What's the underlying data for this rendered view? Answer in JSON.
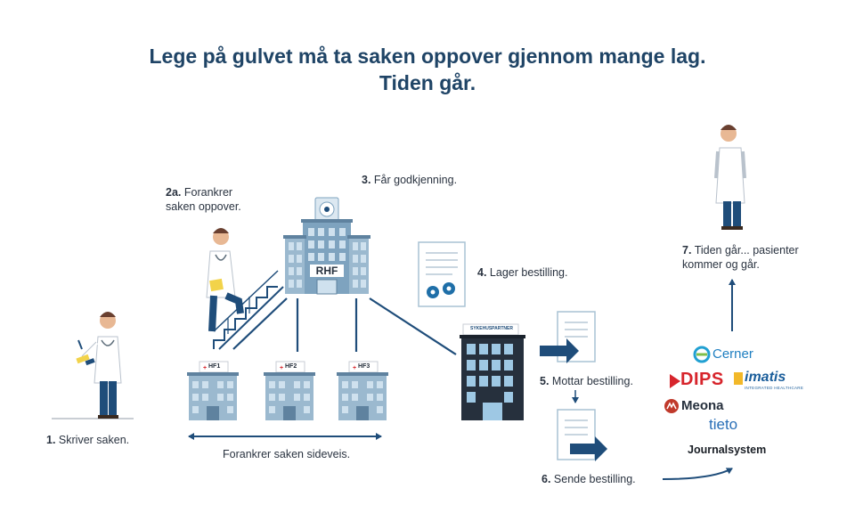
{
  "title": {
    "line1": "Lege på gulvet må ta saken oppover gjennom mange lag.",
    "line2": "Tiden går."
  },
  "steps": {
    "s1": {
      "num": "1.",
      "text": "Skriver saken."
    },
    "s2a": {
      "num": "2a.",
      "line1": "Forankrer",
      "line2": "saken oppover."
    },
    "s3": {
      "num": "3.",
      "text": "Får godkjenning."
    },
    "s4": {
      "num": "4.",
      "text": "Lager bestilling."
    },
    "s5": {
      "num": "5.",
      "text": "Mottar bestilling."
    },
    "s6": {
      "num": "6.",
      "text": "Sende bestilling."
    },
    "s7": {
      "num": "7.",
      "line1": "Tiden går... pasienter",
      "line2": "kommer og går."
    }
  },
  "sideways": "Forankrer saken sideveis.",
  "buildings": {
    "rhf": "RHF",
    "hf1": "HF1",
    "hf2": "HF2",
    "hf3": "HF3",
    "partner_sign": "SYKEHUSPARTNER"
  },
  "vendors": {
    "cerner": "Cerner",
    "dips": "DIPS",
    "imatis": "imatis",
    "imatis_sub": "INTEGRATED HEALTHCARE",
    "meona": "Meona",
    "tieto": "tieto"
  },
  "journalsystem": "Journalsystem",
  "colors": {
    "title": "#1f4466",
    "arrow": "#1f4d7a",
    "building": "#7ea3bf",
    "window": "#cfe1ee",
    "dark_building": "#26303d",
    "dips_red": "#d7252c",
    "cerner_blue": "#1f7fc1",
    "imatis_blue": "#1b5e9b",
    "tieto_blue": "#2a6fb7",
    "coat": "#ffffff",
    "trousers": "#1f4d7a"
  }
}
